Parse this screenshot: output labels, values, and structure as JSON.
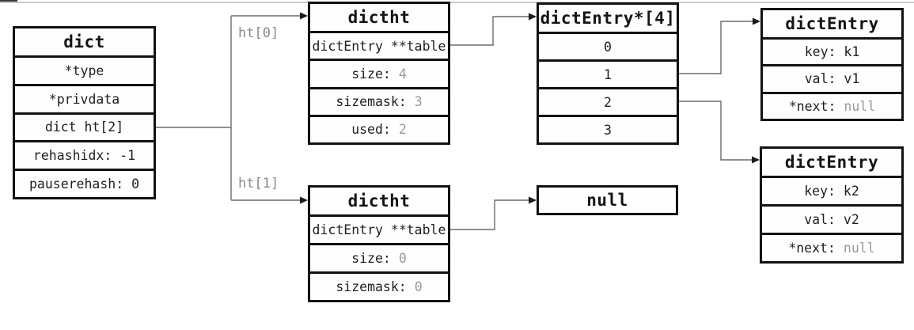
{
  "labels": {
    "ht0": "ht[0]",
    "ht1": "ht[1]"
  },
  "colors": {
    "box_border": "#121212",
    "text": "#1f1f1f",
    "muted_value": "#999999",
    "connector_line": "#6b6b6b",
    "arrowhead": "#1c1c1c"
  },
  "boxes": {
    "dict": {
      "title": "dict",
      "rows": [
        {
          "label": "*type",
          "value": ""
        },
        {
          "label": "*privdata",
          "value": ""
        },
        {
          "label": "dict ht[2]",
          "value": ""
        },
        {
          "label": "rehashidx: -1",
          "value": ""
        },
        {
          "label": "pauserehash: 0",
          "value": ""
        }
      ]
    },
    "dictht0": {
      "title": "dictht",
      "rows": [
        {
          "label": "dictEntry **table",
          "value": ""
        },
        {
          "label": "size:",
          "value": "4"
        },
        {
          "label": "sizemask:",
          "value": "3"
        },
        {
          "label": "used:",
          "value": "2"
        }
      ]
    },
    "bucket_array": {
      "title": "dictEntry*[4]",
      "rows": [
        {
          "label": "0",
          "value": ""
        },
        {
          "label": "1",
          "value": ""
        },
        {
          "label": "2",
          "value": ""
        },
        {
          "label": "3",
          "value": ""
        }
      ]
    },
    "entry1": {
      "title": "dictEntry",
      "rows": [
        {
          "label": "key: k1",
          "value": ""
        },
        {
          "label": "val: v1",
          "value": ""
        },
        {
          "label": "*next:",
          "value": "null"
        }
      ]
    },
    "entry2": {
      "title": "dictEntry",
      "rows": [
        {
          "label": "key: k2",
          "value": ""
        },
        {
          "label": "val: v2",
          "value": ""
        },
        {
          "label": "*next:",
          "value": "null"
        }
      ]
    },
    "dictht1": {
      "title": "dictht",
      "rows": [
        {
          "label": "dictEntry **table",
          "value": ""
        },
        {
          "label": "size:",
          "value": "0"
        },
        {
          "label": "sizemask:",
          "value": "0"
        }
      ]
    },
    "null_box": {
      "title": "null"
    }
  }
}
